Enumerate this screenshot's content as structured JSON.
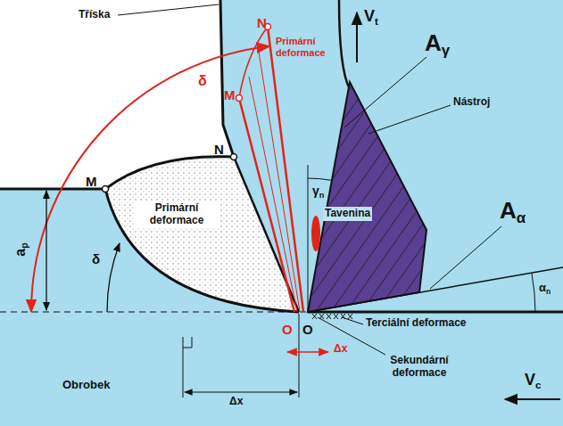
{
  "diagram": {
    "labels": [
      "Tříska",
      "Vt",
      "N",
      "Primární deformace",
      "M",
      "δ",
      "Aγ",
      "Nástroj",
      "N",
      "M",
      "Primární deformace",
      "δ",
      "γn",
      "Tavenina",
      "Aα",
      "ap",
      "αn",
      "O",
      "O",
      "Δx",
      "Terciální deformace",
      "Sekundární deformace",
      "Vc",
      "Obrobek",
      "Δx"
    ]
  }
}
